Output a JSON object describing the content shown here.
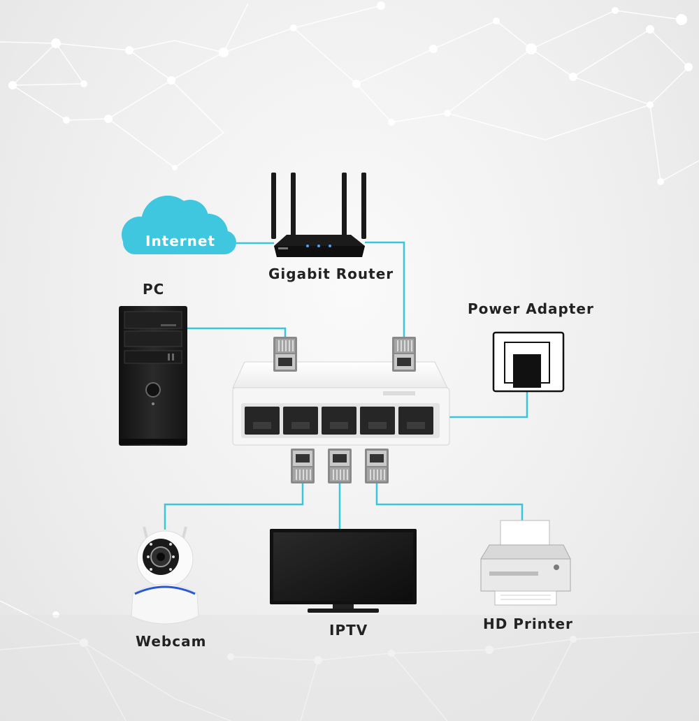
{
  "labels": {
    "internet": "Internet",
    "router": "Gigabit Router",
    "pc": "PC",
    "power_adapter": "Power Adapter",
    "webcam": "Webcam",
    "iptv": "IPTV",
    "printer": "HD Printer"
  },
  "colors": {
    "cable": "#38c6dc",
    "cloud": "#3ec7df",
    "device_dark": "#1c1c1c",
    "switch_body": "#f6f6f6"
  },
  "icons": {
    "cloud": "cloud-icon",
    "router": "router-icon",
    "pc": "pc-tower-icon",
    "switch": "network-switch-icon",
    "power": "power-adapter-icon",
    "webcam": "webcam-icon",
    "tv": "tv-icon",
    "printer": "printer-icon",
    "plug": "rj45-plug-icon"
  }
}
